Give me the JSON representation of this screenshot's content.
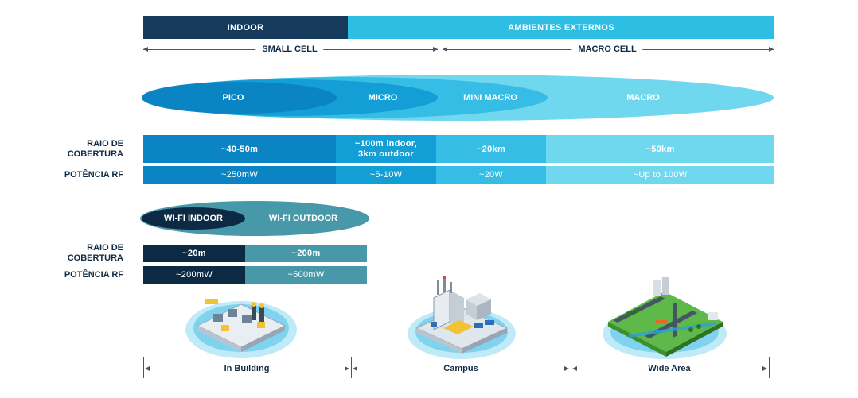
{
  "top_header": {
    "indoor": "INDOOR",
    "outdoor": "AMBIENTES EXTERNOS"
  },
  "cell_types": {
    "small_cell": "SMALL CELL",
    "macro_cell": "MACRO CELL"
  },
  "cellular_ranges": {
    "pico": "PICO",
    "micro": "MICRO",
    "mini_macro": "MINI MACRO",
    "macro": "MACRO"
  },
  "row_labels": {
    "coverage_radius_1": "RAIO DE",
    "coverage_radius_2": "COBERTURA",
    "rf_power": "POTÊNCIA RF"
  },
  "cellular_coverage": {
    "pico": "~40-50m",
    "micro_line1": "~100m indoor,",
    "micro_line2": "3km outdoor",
    "mini_macro": "~20km",
    "macro": "~50km"
  },
  "cellular_power": {
    "pico": "~250mW",
    "micro": "~5-10W",
    "mini_macro": "~20W",
    "macro": "~Up to 100W"
  },
  "wifi": {
    "indoor": "WI-FI INDOOR",
    "outdoor": "WI-FI OUTDOOR",
    "coverage_indoor": "~20m",
    "coverage_outdoor": "~200m",
    "power_indoor": "~200mW",
    "power_outdoor": "~500mW"
  },
  "scenarios": {
    "in_building": "In Building",
    "campus": "Campus",
    "wide_area": "Wide Area"
  },
  "colors": {
    "navy": "#163a5c",
    "cyan": "#2ebde3",
    "pico": "#0a84c2",
    "micro": "#139fd6",
    "mini_macro": "#35bde6",
    "macro": "#6fd8ef",
    "wifi_outdoor": "#4798a8",
    "wifi_indoor": "#0c2a44"
  }
}
